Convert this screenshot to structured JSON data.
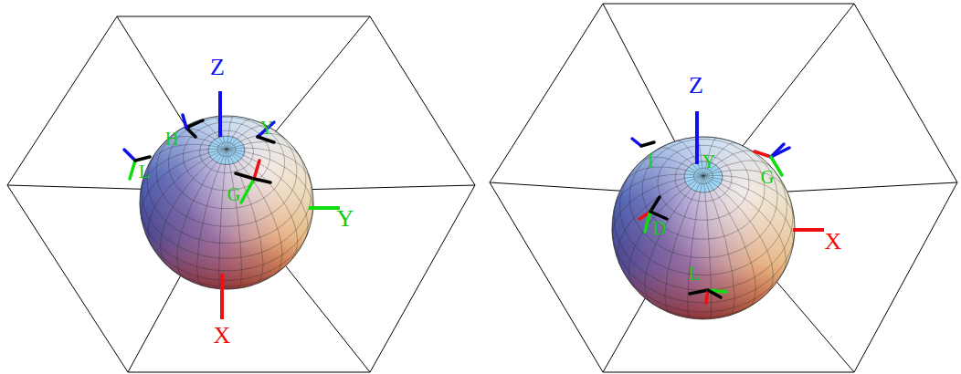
{
  "diagram": {
    "labels": [
      "Z",
      "Y",
      "X",
      "H",
      "L",
      "G",
      "Y",
      "Z",
      "X",
      "Y",
      "I",
      "G",
      "D",
      "L"
    ]
  }
}
